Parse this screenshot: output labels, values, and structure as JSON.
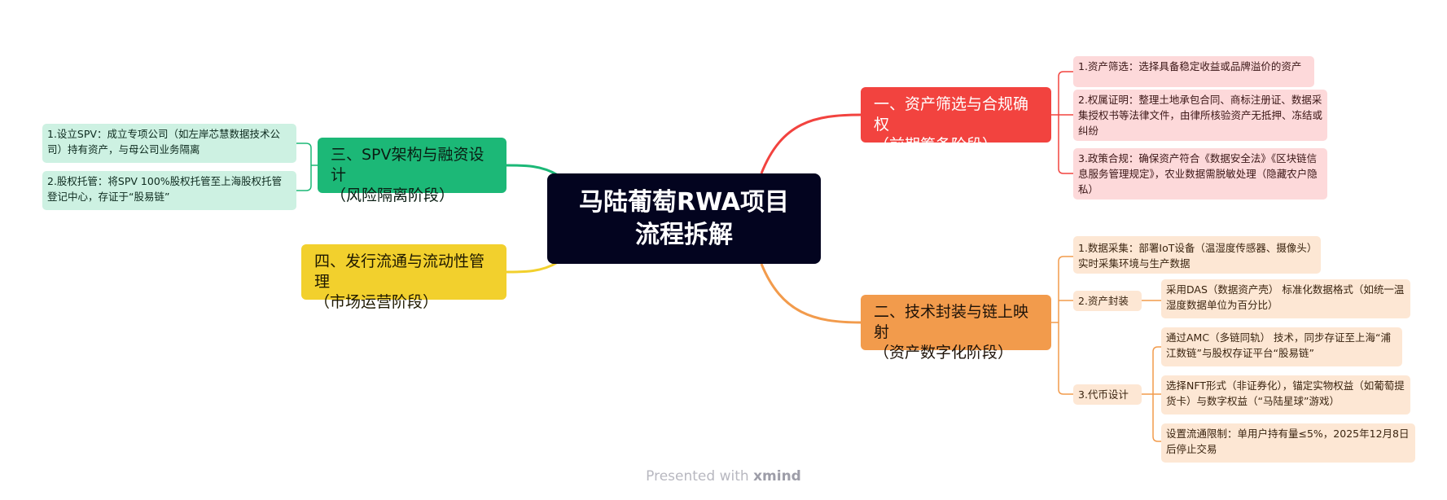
{
  "root": {
    "title": "马陆葡萄RWA项目流程拆解"
  },
  "colors": {
    "root": "#03041f",
    "red": "#f2433f",
    "orange": "#f29b4c",
    "green": "#1cb877",
    "yellow": "#f2d02d"
  },
  "branch1": {
    "line1": "一、资产筛选与合规确权",
    "line2": "（前期筹备阶段）",
    "items": [
      "1.资产筛选：选择具备稳定收益或品牌溢价的资产",
      "2.权属证明：整理土地承包合同、商标注册证、数据采集授权书等法律文件，由律所核验资产无抵押、冻结或纠纷",
      "3.政策合规：确保资产符合《数据安全法》《区块链信息服务管理规定》，农业数据需脱敏处理（隐藏农户隐私）"
    ]
  },
  "branch2": {
    "line1": "二、技术封装与链上映射",
    "line2": "（资产数字化阶段）",
    "item1": "1.数据采集：部署IoT设备（温湿度传感器、摄像头）实时采集环境与生产数据",
    "item2": {
      "label": "2.资产封装",
      "detail": "采用DAS（数据资产壳） 标准化数据格式（如统一温湿度数据单位为百分比）"
    },
    "item3": {
      "label": "3.代币设计",
      "details": [
        "通过AMC（多链同轨） 技术，同步存证至上海“浦江数链”与股权存证平台“股易链”",
        "选择NFT形式（非证券化），锚定实物权益（如葡萄提货卡）与数字权益（“马陆星球”游戏）",
        "设置流通限制：单用户持有量≤5%，2025年12月8日后停止交易"
      ]
    }
  },
  "branch3": {
    "line1": "三、SPV架构与融资设计",
    "line2": "（风险隔离阶段）",
    "items": [
      "1.设立SPV：成立专项公司（如左岸芯慧数据技术公司）持有资产，与母公司业务隔离",
      "2.股权托管：将SPV 100%股权托管至上海股权托管登记中心，存证于“股易链”"
    ]
  },
  "branch4": {
    "line1": "四、发行流通与流动性管理",
    "line2": "（市场运营阶段）"
  },
  "footer": {
    "prefix": "Presented with ",
    "brand": "xmind"
  }
}
